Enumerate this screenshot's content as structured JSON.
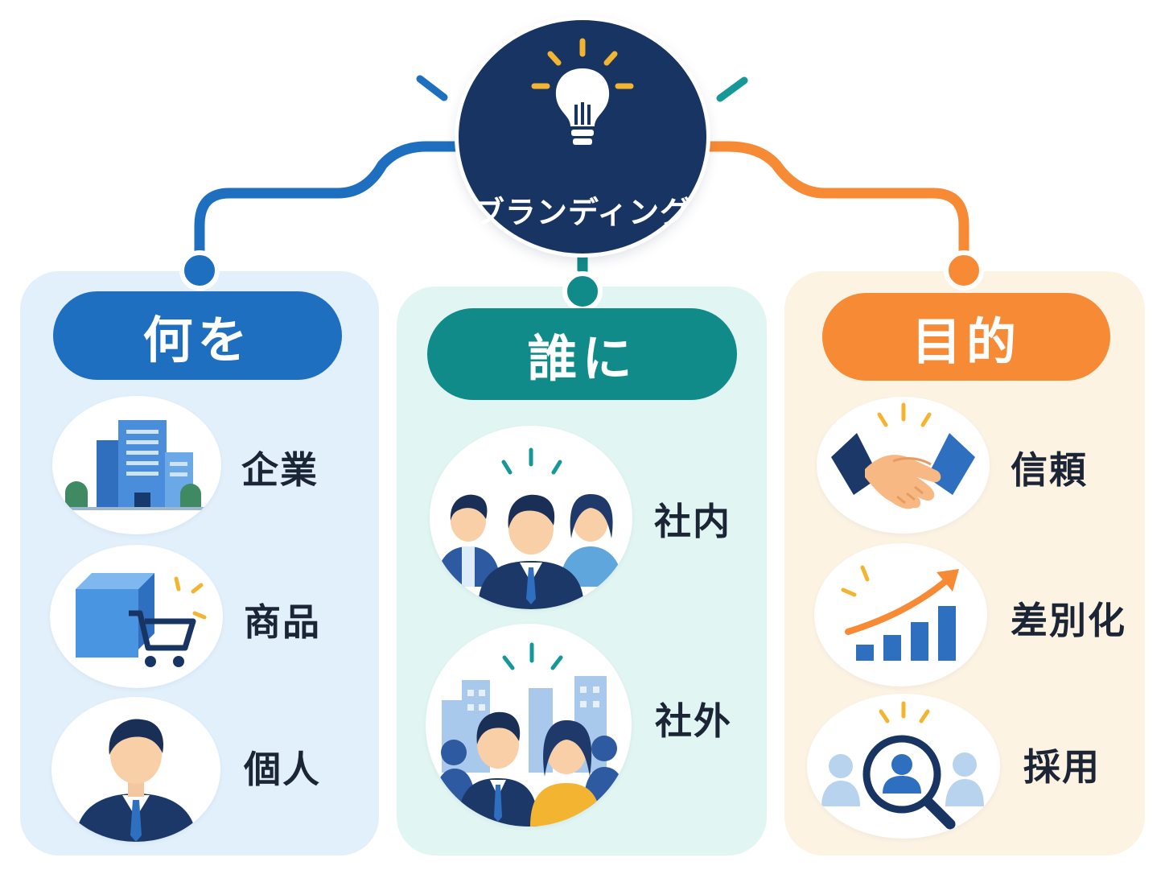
{
  "center": {
    "title_line1": "ブランディング",
    "title_line2": "の種類",
    "icon": "lightbulb-icon"
  },
  "columns": [
    {
      "id": "what",
      "title": "何を",
      "color": "#1f6fc1",
      "items": [
        {
          "label": "企業",
          "icon": "company-building-icon"
        },
        {
          "label": "商品",
          "icon": "product-cart-icon"
        },
        {
          "label": "個人",
          "icon": "person-icon"
        }
      ]
    },
    {
      "id": "who",
      "title": "誰に",
      "color": "#118a8a",
      "items": [
        {
          "label": "社内",
          "icon": "employees-icon"
        },
        {
          "label": "社外",
          "icon": "public-crowd-icon"
        }
      ]
    },
    {
      "id": "purpose",
      "title": "目的",
      "color": "#f68a35",
      "items": [
        {
          "label": "信頼",
          "icon": "handshake-icon"
        },
        {
          "label": "差別化",
          "icon": "growth-chart-icon"
        },
        {
          "label": "採用",
          "icon": "recruit-search-icon"
        }
      ]
    }
  ],
  "colors": {
    "hub": "#173463",
    "blue": "#1f6fc1",
    "teal": "#118a8a",
    "orange": "#f68a35",
    "accent_yellow": "#f3b531"
  }
}
